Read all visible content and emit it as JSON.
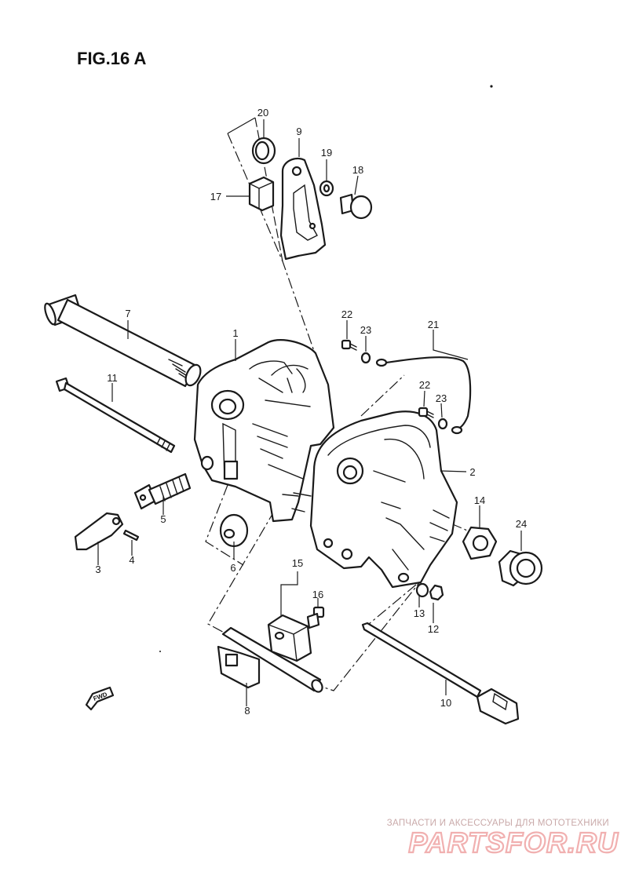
{
  "figure": {
    "title": "FIG.16 A"
  },
  "callouts": [
    {
      "id": "c1",
      "label": "1"
    },
    {
      "id": "c2",
      "label": "2"
    },
    {
      "id": "c3",
      "label": "3"
    },
    {
      "id": "c4",
      "label": "4"
    },
    {
      "id": "c5",
      "label": "5"
    },
    {
      "id": "c6",
      "label": "6"
    },
    {
      "id": "c7",
      "label": "7"
    },
    {
      "id": "c8",
      "label": "8"
    },
    {
      "id": "c9",
      "label": "9"
    },
    {
      "id": "c10",
      "label": "10"
    },
    {
      "id": "c11",
      "label": "11"
    },
    {
      "id": "c12",
      "label": "12"
    },
    {
      "id": "c13",
      "label": "13"
    },
    {
      "id": "c14",
      "label": "14"
    },
    {
      "id": "c15",
      "label": "15"
    },
    {
      "id": "c16",
      "label": "16"
    },
    {
      "id": "c17",
      "label": "17"
    },
    {
      "id": "c18",
      "label": "18"
    },
    {
      "id": "c19",
      "label": "19"
    },
    {
      "id": "c20",
      "label": "20"
    },
    {
      "id": "c21",
      "label": "21"
    },
    {
      "id": "c22a",
      "label": "22"
    },
    {
      "id": "c22b",
      "label": "22"
    },
    {
      "id": "c23a",
      "label": "23"
    },
    {
      "id": "c23b",
      "label": "23"
    },
    {
      "id": "c24",
      "label": "24"
    }
  ],
  "direction_marker": {
    "label": "FWD"
  },
  "watermark": {
    "tagline": "ЗАПЧАСТИ И АКСЕССУАРЫ ДЛЯ МОТОТЕХНИКИ",
    "brand": "PARTSFOR.RU",
    "color": "#e88a8a"
  }
}
